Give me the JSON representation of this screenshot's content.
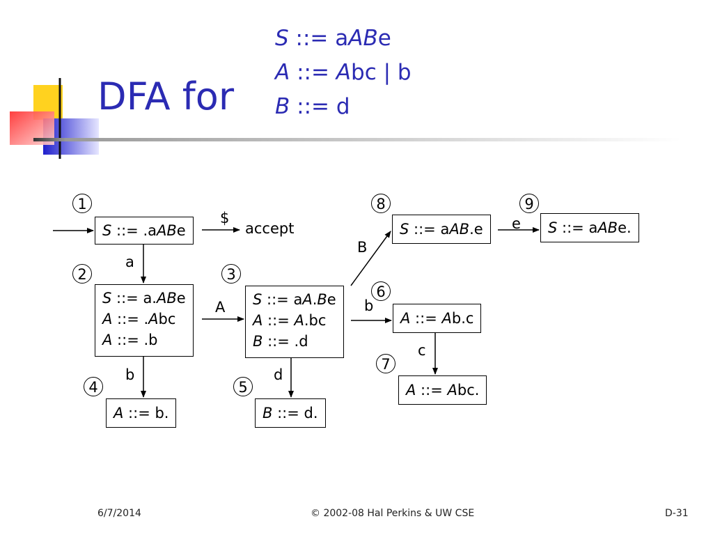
{
  "slide": {
    "title": "DFA for",
    "grammar": [
      [
        "S",
        " ::= a",
        "A",
        "B",
        "e"
      ],
      [
        "A",
        " ::= ",
        "A",
        "bc | b"
      ],
      [
        "B",
        " ::= d"
      ]
    ],
    "footer": {
      "date": "6/7/2014",
      "copyright": "© 2002-08 Hal Perkins & UW CSE",
      "page": "D-31"
    }
  },
  "diagram": {
    "states": [
      {
        "id": "1",
        "items": [
          [
            [
              "S",
              true
            ],
            [
              " ::= .a",
              false
            ],
            [
              "AB",
              true
            ],
            [
              "e",
              false
            ]
          ]
        ]
      },
      {
        "id": "2",
        "items": [
          [
            [
              "S",
              true
            ],
            [
              " ::= a.",
              false
            ],
            [
              "AB",
              true
            ],
            [
              "e",
              false
            ]
          ],
          [
            [
              "A",
              true
            ],
            [
              " ::= .",
              false
            ],
            [
              "A",
              true
            ],
            [
              "bc",
              false
            ]
          ],
          [
            [
              "A",
              true
            ],
            [
              " ::= .b",
              false
            ]
          ]
        ]
      },
      {
        "id": "3",
        "items": [
          [
            [
              "S",
              true
            ],
            [
              " ::= a",
              false
            ],
            [
              "A",
              true
            ],
            [
              ".",
              false
            ],
            [
              "B",
              true
            ],
            [
              "e",
              false
            ]
          ],
          [
            [
              "A",
              true
            ],
            [
              " ::= ",
              false
            ],
            [
              "A",
              true
            ],
            [
              ".bc",
              false
            ]
          ],
          [
            [
              "B",
              true
            ],
            [
              " ::= .d",
              false
            ]
          ]
        ]
      },
      {
        "id": "4",
        "items": [
          [
            [
              "A",
              true
            ],
            [
              " ::= b.",
              false
            ]
          ]
        ]
      },
      {
        "id": "5",
        "items": [
          [
            [
              "B",
              true
            ],
            [
              " ::= d.",
              false
            ]
          ]
        ]
      },
      {
        "id": "6",
        "items": [
          [
            [
              "A",
              true
            ],
            [
              " ::= ",
              false
            ],
            [
              "A",
              true
            ],
            [
              "b.c",
              false
            ]
          ]
        ]
      },
      {
        "id": "7",
        "items": [
          [
            [
              "A",
              true
            ],
            [
              " ::= ",
              false
            ],
            [
              "A",
              true
            ],
            [
              "bc.",
              false
            ]
          ]
        ]
      },
      {
        "id": "8",
        "items": [
          [
            [
              "S",
              true
            ],
            [
              " ::= a",
              false
            ],
            [
              "AB",
              true
            ],
            [
              ".e",
              false
            ]
          ]
        ]
      },
      {
        "id": "9",
        "items": [
          [
            [
              "S",
              true
            ],
            [
              " ::= a",
              false
            ],
            [
              "AB",
              true
            ],
            [
              "e.",
              false
            ]
          ]
        ]
      }
    ],
    "transitions": [
      {
        "from": "1",
        "to": "accept",
        "label": "$"
      },
      {
        "from": "1",
        "to": "2",
        "label": "a"
      },
      {
        "from": "2",
        "to": "3",
        "label": "A"
      },
      {
        "from": "2",
        "to": "4",
        "label": "b"
      },
      {
        "from": "3",
        "to": "5",
        "label": "d"
      },
      {
        "from": "3",
        "to": "6",
        "label": "b"
      },
      {
        "from": "3",
        "to": "8",
        "label": "B"
      },
      {
        "from": "6",
        "to": "7",
        "label": "c"
      },
      {
        "from": "8",
        "to": "9",
        "label": "e"
      }
    ],
    "accept_label": "accept"
  }
}
